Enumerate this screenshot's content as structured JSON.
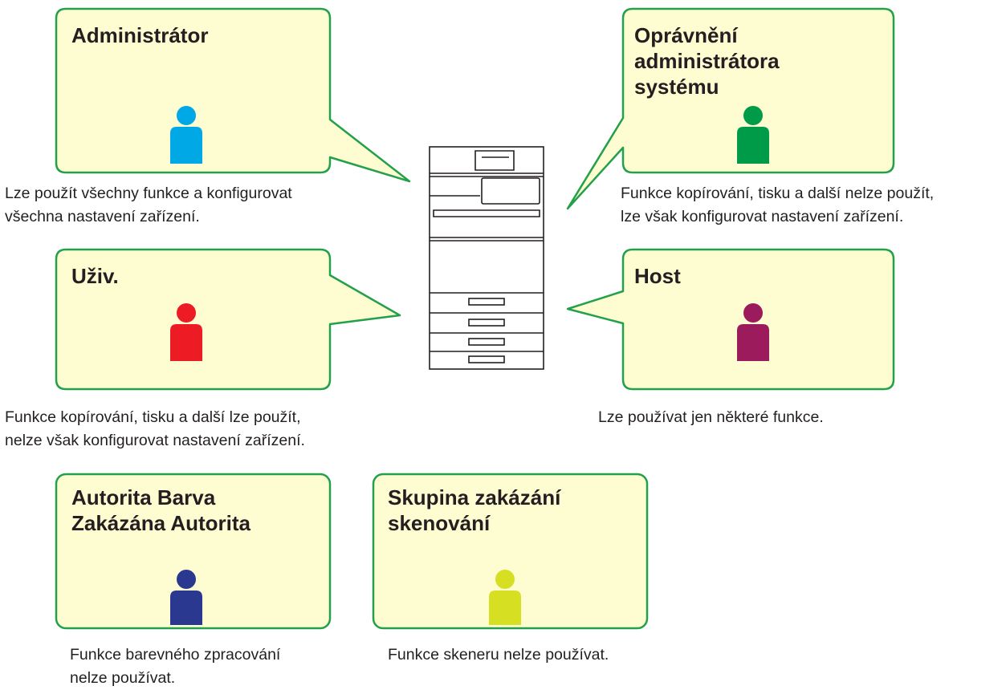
{
  "colors": {
    "card_fill": "#fefdd2",
    "card_border": "#22a04a",
    "text": "#231f20"
  },
  "roles": [
    {
      "id": "administrator",
      "title": "Administrátor",
      "description": "Lze použít všechny funkce a konfigurovat\nvšechna nastavení zařízení.",
      "icon": "person-icon",
      "icon_color": "#00a9e6"
    },
    {
      "id": "system-admin",
      "title": "Oprávnění\nadministrátora\nsystému",
      "description": "Funkce kopírování, tisku a další nelze použít,\nlze však konfigurovat nastavení zařízení.",
      "icon": "person-icon",
      "icon_color": "#009b48"
    },
    {
      "id": "user",
      "title": "Uživ.",
      "description": "Funkce kopírování, tisku a další lze použít,\nnelze však konfigurovat nastavení zařízení.",
      "icon": "person-icon",
      "icon_color": "#ed1c24"
    },
    {
      "id": "guest",
      "title": "Host",
      "description": "Lze používat jen některé funkce.",
      "icon": "person-icon",
      "icon_color": "#9b1b5c"
    },
    {
      "id": "color-prohibited",
      "title": "Autorita Barva\nZakázána Autorita",
      "description": "Funkce barevného zpracování\nnelze používat.",
      "icon": "person-icon",
      "icon_color": "#2a388f"
    },
    {
      "id": "scan-prohibited",
      "title": "Skupina zakázání\nskenování",
      "description": "Funkce skeneru nelze používat.",
      "icon": "person-icon",
      "icon_color": "#d7df23"
    }
  ],
  "device": {
    "icon": "multifunction-printer-icon"
  }
}
